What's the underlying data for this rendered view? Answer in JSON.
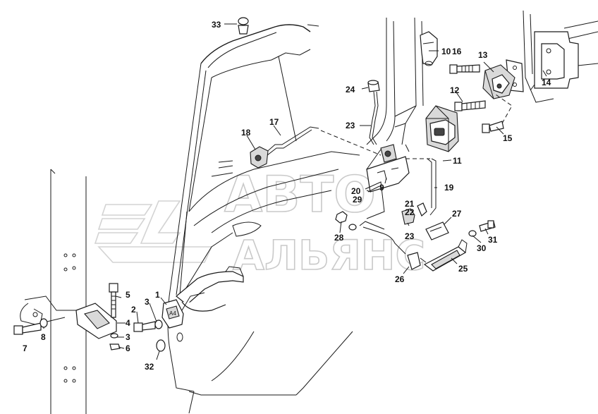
{
  "watermark": {
    "line1": "АВТО",
    "line2": "АЛЬЯНС"
  },
  "callouts": [
    {
      "id": "c1",
      "label": "1"
    },
    {
      "id": "c2",
      "label": "2"
    },
    {
      "id": "c3a",
      "label": "3"
    },
    {
      "id": "c3b",
      "label": "3"
    },
    {
      "id": "c4",
      "label": "4"
    },
    {
      "id": "c5",
      "label": "5"
    },
    {
      "id": "c6",
      "label": "6"
    },
    {
      "id": "c7",
      "label": "7"
    },
    {
      "id": "c8",
      "label": "8"
    },
    {
      "id": "c9",
      "label": "9"
    },
    {
      "id": "c10",
      "label": "10"
    },
    {
      "id": "c16",
      "label": "16"
    },
    {
      "id": "c11",
      "label": "11"
    },
    {
      "id": "c12",
      "label": "12"
    },
    {
      "id": "c13",
      "label": "13"
    },
    {
      "id": "c14",
      "label": "14"
    },
    {
      "id": "c15",
      "label": "15"
    },
    {
      "id": "c17",
      "label": "17"
    },
    {
      "id": "c18",
      "label": "18"
    },
    {
      "id": "c19",
      "label": "19"
    },
    {
      "id": "c20",
      "label": "20"
    },
    {
      "id": "c29",
      "label": "29"
    },
    {
      "id": "c21",
      "label": "21"
    },
    {
      "id": "c22",
      "label": "22"
    },
    {
      "id": "c23a",
      "label": "23"
    },
    {
      "id": "c23b",
      "label": "23"
    },
    {
      "id": "c24",
      "label": "24"
    },
    {
      "id": "c25",
      "label": "25"
    },
    {
      "id": "c26",
      "label": "26"
    },
    {
      "id": "c27",
      "label": "27"
    },
    {
      "id": "c28",
      "label": "28"
    },
    {
      "id": "c30",
      "label": "30"
    },
    {
      "id": "c31",
      "label": "31"
    },
    {
      "id": "c32",
      "label": "32"
    },
    {
      "id": "c33",
      "label": "33"
    }
  ],
  "part_stamp": "A4"
}
